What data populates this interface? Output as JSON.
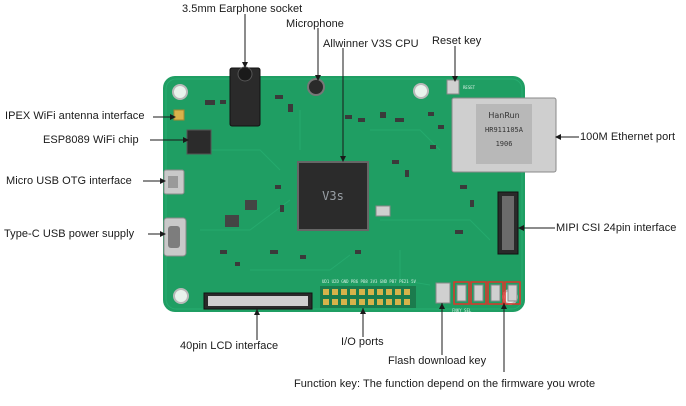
{
  "labels": {
    "earphone": "3.5mm Earphone socket",
    "microphone": "Microphone",
    "cpu": "Allwinner V3S CPU",
    "reset": "Reset key",
    "ipex": "IPEX WiFi antenna interface",
    "esp": "ESP8089 WiFi chip",
    "microusb": "Micro USB OTG interface",
    "typec": "Type-C USB power supply",
    "ethernet": "100M Ethernet port",
    "mipi": "MIPI CSI 24pin interface",
    "lcd": "40pin LCD interface",
    "io": "I/O ports",
    "flash": "Flash download key",
    "function": "Function key: The function depend on the firmware you wrote"
  },
  "board_text": {
    "chip_name": "V3s",
    "eth_brand": "HanRun",
    "eth_model": "HR911105A",
    "eth_date": "1906",
    "reset_silk": "RESET",
    "io_silk": "UD1 U2D GND PB6 PB8 3V3 GND PB7 PE21 5V",
    "key_silk": "FNKY SEL"
  },
  "colors": {
    "pcb": "#1f9e63",
    "pcb_dark": "#15824f",
    "chip": "#2b2b2b",
    "metal": "#c9c9c9",
    "connector": "#2a2a2a",
    "highlight": "#e0332b",
    "leader": "#1a1a1a"
  }
}
